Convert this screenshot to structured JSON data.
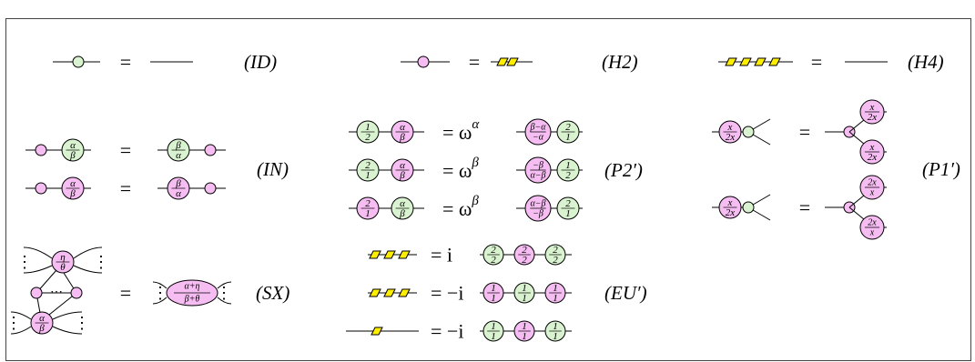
{
  "colors": {
    "green": "#d9f2cf",
    "pink": "#f6bdf2",
    "yellow": "#ffee00",
    "stroke": "#000000"
  },
  "labels": {
    "id": "(ID)",
    "h2": "(H2)",
    "h4": "(H4)",
    "in": "(IN)",
    "p2": "(P2′)",
    "p1": "(P1′)",
    "sx": "(SX)",
    "eu": "(EU′)"
  },
  "symbols": {
    "eq": "=",
    "omega_alpha": "= ω^α",
    "omega_beta": "= ω^β",
    "i": "= i",
    "minus_i": "= −i",
    "dots": "···"
  },
  "phases": {
    "a_over_b": [
      "α",
      "β"
    ],
    "b_over_a": [
      "β",
      "α"
    ],
    "half": [
      "1",
      "2"
    ],
    "two": [
      "2",
      "1"
    ],
    "two_halves": [
      "2",
      "2"
    ],
    "one": [
      "1",
      "1"
    ],
    "bma_over_ma": [
      "β−α",
      "−α"
    ],
    "mb_over_amb": [
      "−β",
      "α−β"
    ],
    "amb_over_mb": [
      "α−β",
      "−β"
    ],
    "eta_over_theta": [
      "η",
      "θ"
    ],
    "sum": [
      "α+η",
      "β+θ"
    ],
    "x_over_2x": [
      "x",
      "2x"
    ],
    "twox_over_x": [
      "2x",
      "x"
    ]
  }
}
